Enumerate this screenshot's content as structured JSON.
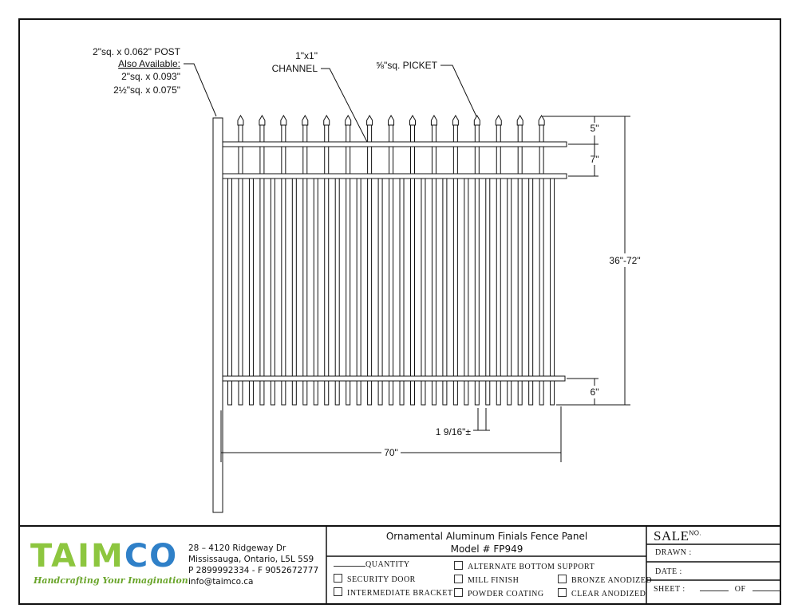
{
  "drawing": {
    "post_label": "2\"sq. x 0.062\" POST",
    "also_available": "Also Available:",
    "alt_post_1": "2\"sq. x 0.093\"",
    "alt_post_2": "2½\"sq. x 0.075\"",
    "channel_label_1": "1\"x1\"",
    "channel_label_2": "CHANNEL",
    "picket_label": "⅝\"sq. PICKET",
    "dim_top": "5\"",
    "dim_rail_gap": "7\"",
    "dim_height": "36\"-72\"",
    "dim_bottom": "6\"",
    "dim_spacing": "1 9/16\"±",
    "dim_width": "70\""
  },
  "company": {
    "logo_text_green": "TAIM",
    "logo_text_blue": "CO",
    "tagline": "Handcrafting Your Imagination",
    "address_1": "28 – 4120 Ridgeway Dr",
    "address_2": "Mississauga, Ontario, L5L 5S9",
    "phone": "P 2899992334 - F 9052672777",
    "email": "info@taimco.ca",
    "colors": {
      "green": "#8dc63f",
      "blue": "#2f80c8"
    }
  },
  "title_block": {
    "title": "Ornamental Aluminum Finials Fence Panel",
    "model": "Model # FP949",
    "quantity": "QUANTITY",
    "options": {
      "security_door": "SECURITY DOOR",
      "intermediate_bracket": "INTERMEDIATE BRACKET",
      "alternate_bottom_support": "ALTERNATE BOTTOM SUPPORT",
      "mill_finish": "MILL FINISH",
      "powder_coating": "POWDER COATING",
      "bronze_anodized": "BRONZE ANODIZED",
      "clear_anodized": "CLEAR ANODIZED"
    },
    "sale": "SALE",
    "sale_no": "NO.",
    "drawn": "DRAWN :",
    "date": "DATE :",
    "sheet": "SHEET :",
    "of": "OF"
  }
}
